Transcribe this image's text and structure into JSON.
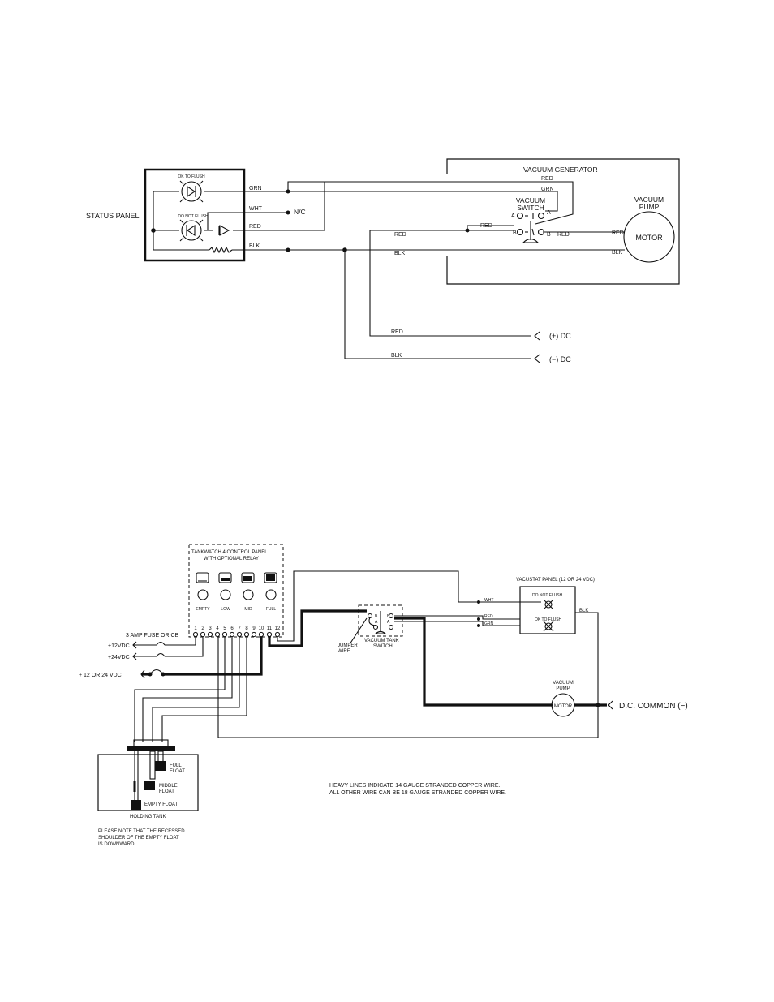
{
  "top": {
    "status_panel": "STATUS PANEL",
    "ok_to_flush": "OK TO FLUSH",
    "do_not_flush": "DO NOT FLUSH",
    "wires": {
      "grn": "GRN",
      "wht": "WHT",
      "red": "RED",
      "blk": "BLK"
    },
    "nc": "N/C",
    "vacuum_generator": "VACUUM GENERATOR",
    "vacuum_switch": [
      "VACUUM",
      "SWITCH"
    ],
    "vacuum_pump": [
      "VACUUM",
      "PUMP"
    ],
    "motor": "MOTOR",
    "term_a": "A",
    "term_b": "B",
    "plus_dc": "(+) DC",
    "minus_dc": "(−) DC"
  },
  "bottom": {
    "control_panel": [
      "TANKWATCH 4 CONTROL PANEL",
      "WITH OPTIONAL RELAY"
    ],
    "levels": [
      "EMPTY",
      "LOW",
      "MID",
      "FULL"
    ],
    "terminals": [
      "1",
      "2",
      "3",
      "4",
      "5",
      "6",
      "7",
      "8",
      "9",
      "10",
      "11",
      "12"
    ],
    "fuse_label": "3 AMP FUSE OR CB",
    "v12": "+12VDC",
    "v24": "+24VDC",
    "v12_24": "+ 12 OR 24 VDC",
    "jumper_wire": [
      "JUMPER",
      "WIRE"
    ],
    "vacuum_tank_switch": [
      "VACUUM TANK",
      "SWITCH"
    ],
    "vacustat_panel": "VACUSTAT PANEL (12 OR 24 VDC)",
    "do_not_flush": "DO NOT FLUSH",
    "ok_to_flush": "OK TO FLUSH",
    "wires": {
      "wht": "WHT",
      "red": "RED",
      "grn": "GRN",
      "blk": "BLK"
    },
    "vacuum_pump": [
      "VACUUM",
      "PUMP"
    ],
    "motor": "MOTOR",
    "dc_common": "D.C. COMMON (−)",
    "full_float": [
      "FULL",
      "FLOAT"
    ],
    "middle_float": [
      "MIDDLE",
      "FLOAT"
    ],
    "empty_float": "EMPTY FLOAT",
    "holding_tank": "HOLDING TANK",
    "note": [
      "HEAVY LINES INDICATE 14 GAUGE STRANDED COPPER WIRE.",
      "ALL OTHER WIRE CAN BE 18 GAUGE STRANDED COPPER WIRE."
    ],
    "float_note": [
      "PLEASE NOTE THAT THE RECESSED",
      "SHOULDER OF THE EMPTY FLOAT",
      "IS DOWNWARD."
    ]
  }
}
